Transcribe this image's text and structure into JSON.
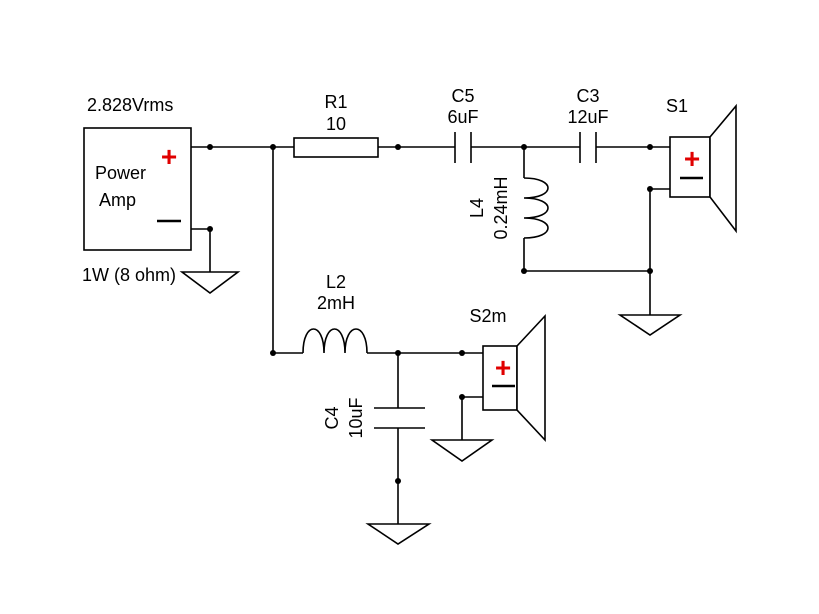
{
  "amp": {
    "voltage": "2.828Vrms",
    "name_line1": "Power",
    "name_line2": "Amp",
    "power": "1W (8 ohm)",
    "plus_glyph": "+",
    "minus_glyph": "−"
  },
  "r1": {
    "ref": "R1",
    "value": "10"
  },
  "c5": {
    "ref": "C5",
    "value": "6uF"
  },
  "c3": {
    "ref": "C3",
    "value": "12uF"
  },
  "l4": {
    "ref": "L4",
    "value": "0.24mH"
  },
  "s1": {
    "ref": "S1",
    "plus_glyph": "+",
    "minus_glyph": "−"
  },
  "l2": {
    "ref": "L2",
    "value": "2mH"
  },
  "c4": {
    "ref": "C4",
    "value": "10uF"
  },
  "s2": {
    "ref": "S2m",
    "plus_glyph": "+",
    "minus_glyph": "−"
  },
  "colors": {
    "polarity_plus": "#e00000",
    "line": "#000000",
    "background": "#ffffff"
  }
}
